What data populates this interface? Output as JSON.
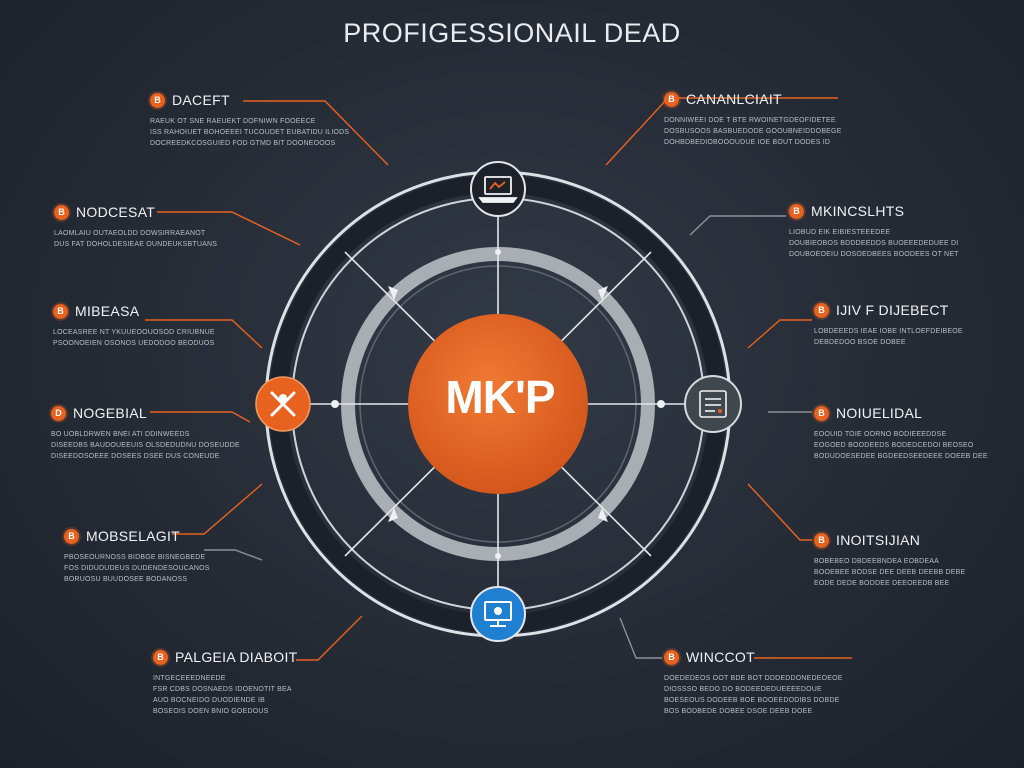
{
  "title": "PROFIGESSIONAIL DEAD",
  "hub": {
    "label": "MK'P",
    "color": "#e8621f"
  },
  "colors": {
    "accent": "#e8621f",
    "ring": "#d9dce1",
    "inner_ring": "#aeb3ba",
    "blue_node": "#1f7fd1"
  },
  "nodes": [
    {
      "icon": "laptop-icon",
      "position": "top"
    },
    {
      "icon": "tools-icon",
      "position": "left"
    },
    {
      "icon": "document-icon",
      "position": "right"
    },
    {
      "icon": "monitor-icon",
      "position": "bottom"
    }
  ],
  "labels": [
    {
      "badge": "B",
      "title": "DACEFT",
      "side": "left",
      "lines": [
        "RAEUK OT SNE RAEUEKT DOFNIWN FOOEECE",
        "ISS RAHOIUET BOHOEEEI TUCOUDET EUBATIDU ILIODS",
        "DOCREEDKCOSGUIED FOD GTMD BIT DOONEOOOS"
      ]
    },
    {
      "badge": "B",
      "title": "NODCESAT",
      "side": "left",
      "lines": [
        "LAOMLAIU OUTAEOLDD DOWSIRRAEANOT",
        "DUS FAT DOHOLDESIEAE OUNDEUKSBTUANS"
      ]
    },
    {
      "badge": "B",
      "title": "MIBEASA",
      "side": "left",
      "lines": [
        "LOCEASREE NT YKUUEOOUOSOD CRIUBNUE",
        "PSOONOEIEN OSONOS UEDODOO BEODUOS"
      ]
    },
    {
      "badge": "D",
      "title": "NOGEBIAL",
      "side": "left",
      "lines": [
        "BO UOBLDRWEN BNEI ATI DDINWEEDS",
        "DISEEDBS BAUDOUEEUIS OLSDEDUDNU DOSEUDDE",
        "DISEEDOSOEEE DOSEES DSEE DUS CONEUDE"
      ]
    },
    {
      "badge": "B",
      "title": "MOBSELAGIT",
      "side": "left",
      "lines": [
        "PBOSEOURNOSS BIDBGE BISNEGBEDE",
        "FOS DIDUDUDEUS DUDENDESOUCANOS",
        "BORUOSU BUUDOSEE BODANOSS"
      ]
    },
    {
      "badge": "B",
      "title": "PALGEIA DIABOIT",
      "side": "left",
      "lines": [
        "INTGECEEEDNEEDE",
        "FSR CDBS DOSNAEDS IDOENOTIT BEA",
        "AUO BOCNEIDO DUODIENDE IB",
        "BOSEOIS DOEN BNIO GOEDOUS"
      ]
    },
    {
      "badge": "B",
      "title": "CANANLCIAIT",
      "side": "right",
      "lines": [
        "DONNIWEEI DOE T BTE RWOINETGDEOFIDETEE",
        "DOSBUSOOS BASBUEDODE GOOUBNEIDDOBEGE",
        "DOHBDBEDIOBOOOUDUE IOE BOUT DODES ID"
      ]
    },
    {
      "badge": "B",
      "title": "MKINCSLHTS",
      "side": "right",
      "lines": [
        "LIOBUD EIK EIBIESTEEEDEE",
        "DOUBIEOBOS BDDDEEDDS BUOEEEDEDUEE DI",
        "DOUBOEOEIU DOSOEDBEES BOODEES OT NET"
      ]
    },
    {
      "badge": "B",
      "title": "IJIV F DIJEBECT",
      "side": "right",
      "lines": [
        "LOBDEEEDS IEAE IOBE INTLOEFDEIBEOE",
        "DEBDEDOO BSOE DOBEE"
      ]
    },
    {
      "badge": "B",
      "title": "NOIUELIDAL",
      "side": "right",
      "lines": [
        "EOOUID TOIE OORNO BODIEEEDDSE",
        "EOGOED BOODEEDS BODEDCEDOI BEOSEO",
        "BODUDOESEDEE BGDEEDSEEDEEE DOEEB DEE"
      ]
    },
    {
      "badge": "B",
      "title": "INOITSIJIAN",
      "side": "right",
      "lines": [
        "BOBEBEO DBDEEBNDEA EOBDEAA",
        "BOOEBEE BODSE DEE DEEB DEEBB DEBE",
        "EODE DEDE BODDEE DEEOEEDB BEE"
      ]
    },
    {
      "badge": "B",
      "title": "WINCCOT",
      "side": "right",
      "lines": [
        "DOEDEDEOS OOT BDE BOT DDDEDDONEDEOEOE",
        "DIOSSSO BEDO DO BODEEDEDUEEEEDOUE",
        "BOESEOUS DODEEB BOE BOOEEDODIBS DOBDE",
        "BOS BODBEDE DOBEE DSOE DEEB DOEE"
      ]
    }
  ]
}
